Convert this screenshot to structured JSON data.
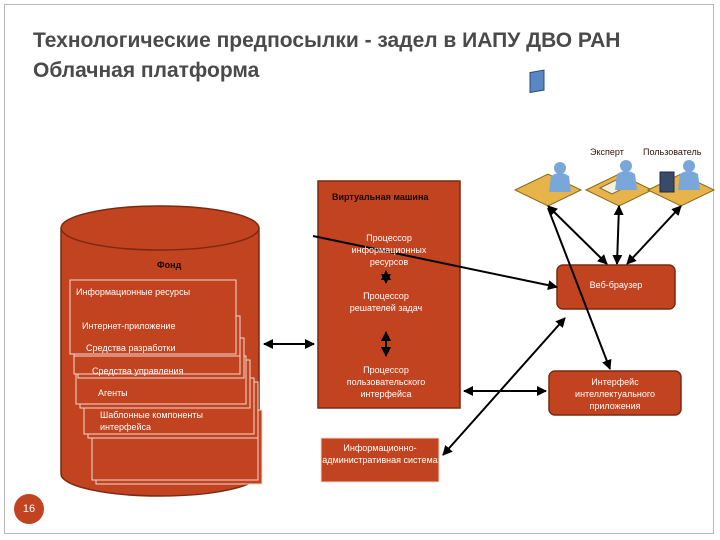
{
  "slide": {
    "title_line1": "Технологические предпосылки - задел в ИАПУ ДВО РАН",
    "title_line2": "Облачная платформа",
    "page_number": "16"
  },
  "users": {
    "expert": "Эксперт",
    "user": "Пользователь"
  },
  "fond": {
    "label": "Фонд",
    "sheets": [
      "Информационные ресурсы",
      "Интернет-приложение",
      "Средства разработки",
      "Средства управления",
      "Агенты",
      "Шаблонные компоненты интерфейса"
    ]
  },
  "vm": {
    "label": "Виртуальная машина",
    "blocks": [
      "Процессор информационных ресурсов",
      "Процессор решателей задач",
      "Процессор пользовательского интерфейса"
    ]
  },
  "ias": "Информационно-административная система",
  "browser": "Веб-браузер",
  "intel_ui": "Интерфейс интеллектуального приложения",
  "colors": {
    "accent": "#c2431f",
    "accent_dark": "#8a2a10",
    "text": "#4a4a4a"
  }
}
